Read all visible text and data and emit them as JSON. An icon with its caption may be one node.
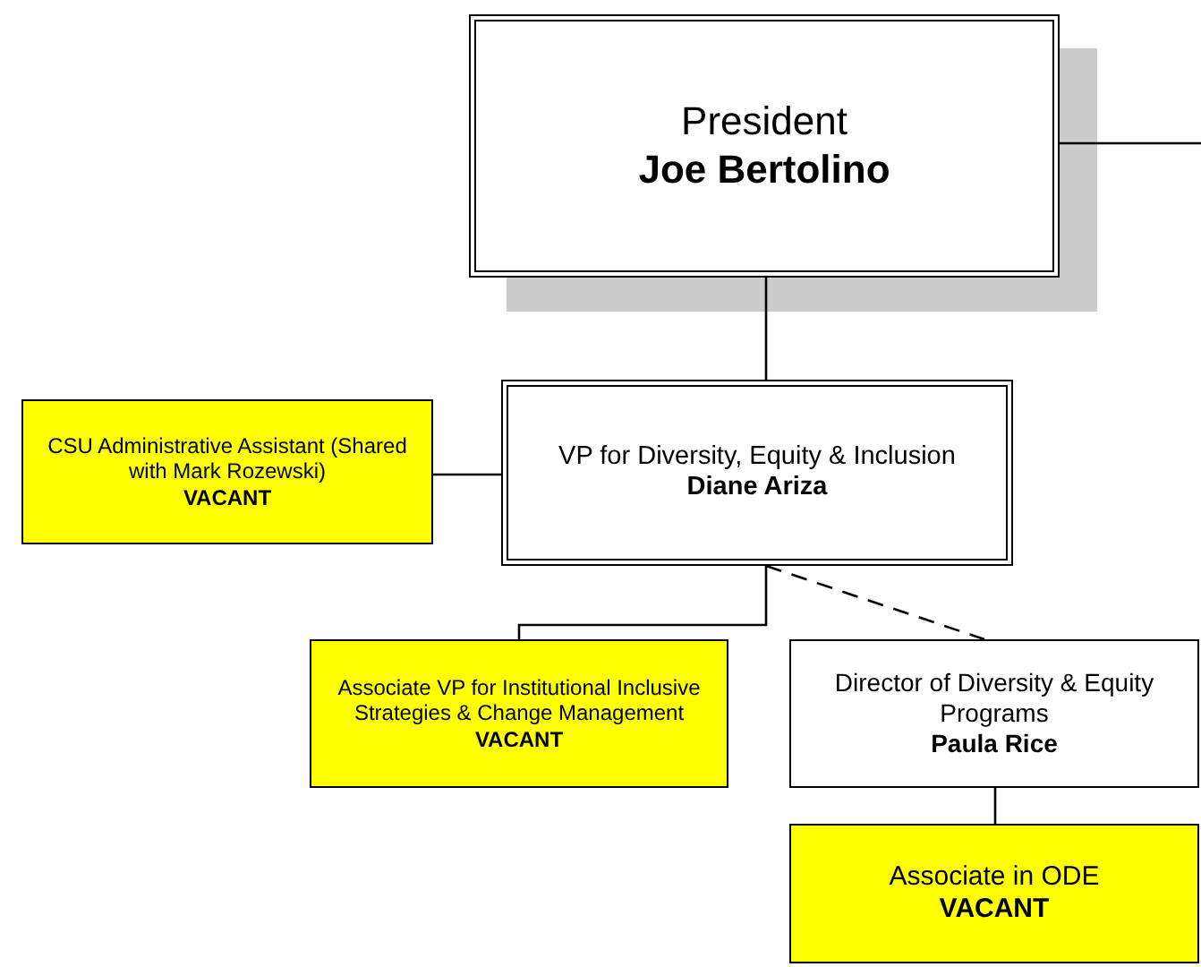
{
  "diagram": {
    "nodes": [
      {
        "text": [
          "President",
          "Joe Bertolino"
        ]
      },
      {
        "text": [
          "VP for Diversity, Equity & Inclusion",
          "Diane Ariza"
        ]
      },
      {
        "text": [
          "CSU Administrative Assistant (Shared with Mark Rozewski)",
          "VACANT"
        ]
      },
      {
        "text": [
          "Associate VP for Institutional Inclusive Strategies & Change Management",
          "VACANT"
        ]
      },
      {
        "text": [
          "Director of Diversity & Equity Programs",
          "Paula Rice"
        ]
      },
      {
        "text": [
          "Associate in ODE",
          "VACANT"
        ]
      }
    ],
    "edges": [
      {
        "from": 0,
        "to": 1,
        "arrow": "none"
      },
      {
        "from": 0,
        "to": null,
        "arrow": "none"
      },
      {
        "from": 1,
        "to": 2,
        "arrow": "none"
      },
      {
        "from": 1,
        "to": 3,
        "arrow": "none"
      },
      {
        "from": 1,
        "to": 4,
        "arrow": "none",
        "style": "dashed"
      },
      {
        "from": 4,
        "to": 5,
        "arrow": "none"
      }
    ]
  }
}
